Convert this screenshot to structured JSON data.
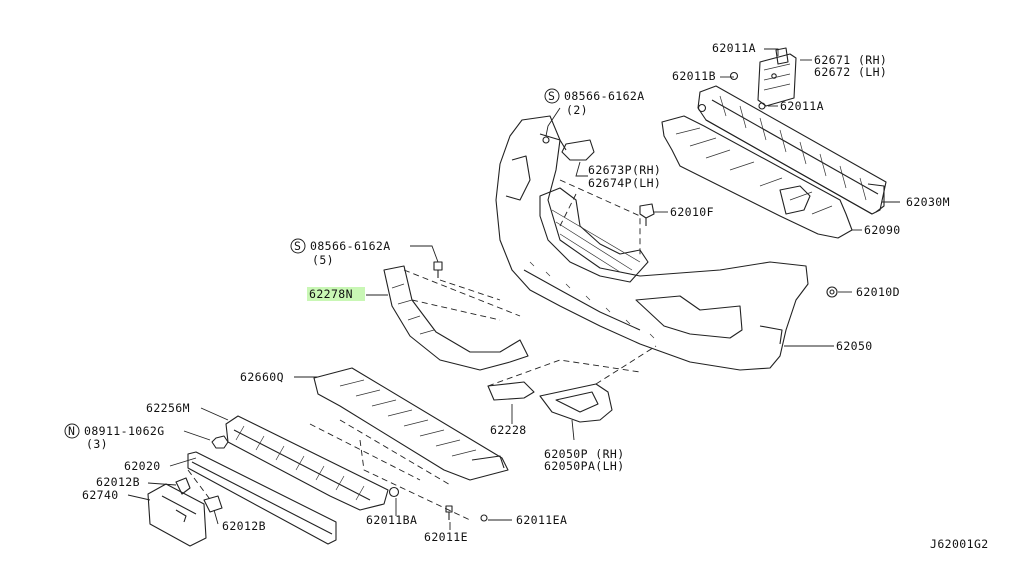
{
  "diagram_code": "J62001G2",
  "callouts": {
    "p62011A_top": "62011A",
    "p62671": "62671 (RH)",
    "p62672": "62672 (LH)",
    "p62011B_top": "62011B",
    "p62011A_mid": "62011A",
    "p08566_top_symbol": "S",
    "p08566_top": "08566-6162A",
    "p08566_top_qty": "(2)",
    "p62673P": "62673P(RH)",
    "p62674P": "62674P(LH)",
    "p62030M": "62030M",
    "p62010F": "62010F",
    "p62090": "62090",
    "p08566_mid_symbol": "S",
    "p08566_mid": "08566-6162A",
    "p08566_mid_qty": "(5)",
    "p62278N": "62278N",
    "p62010D": "62010D",
    "p62050": "62050",
    "p62660Q": "62660Q",
    "p62256M": "62256M",
    "p08911_symbol": "N",
    "p08911": "08911-1062G",
    "p08911_qty": "(3)",
    "p62228": "62228",
    "p62020": "62020",
    "p62012B_left": "62012B",
    "p62740": "62740",
    "p62050P": "62050P (RH)",
    "p62050PA": "62050PA(LH)",
    "p62012B_bottom": "62012B",
    "p62011BA": "62011BA",
    "p62011EA": "62011EA",
    "p62011E": "62011E"
  }
}
